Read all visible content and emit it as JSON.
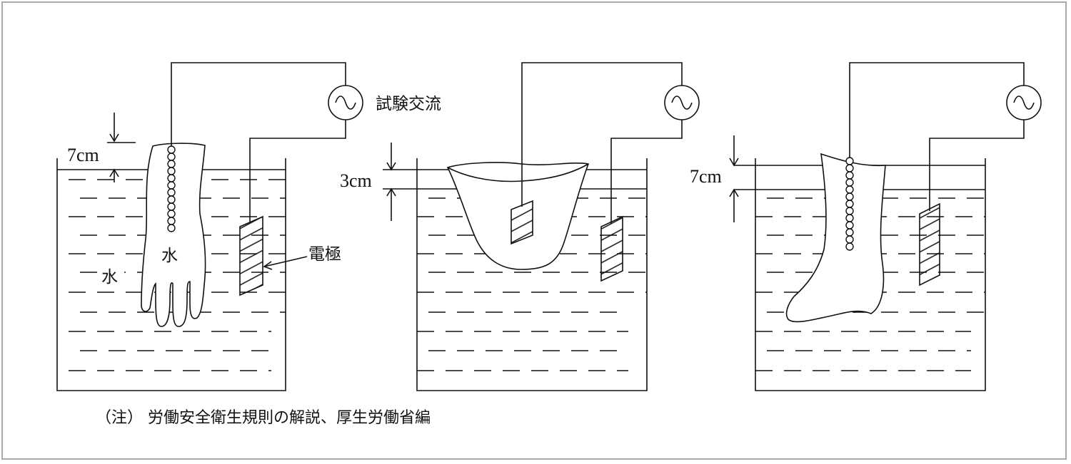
{
  "labels": {
    "test_ac": "試験交流",
    "electrode": "電極",
    "water_outside": "水",
    "water_inside": "水",
    "depth_glove": "7cm",
    "depth_sleeve": "3cm",
    "depth_boot": "7cm"
  },
  "footnote": "（注）  労働安全衛生規則の解説、厚生労働省編",
  "colors": {
    "line": "#111111",
    "frame": "#a9a9a9"
  }
}
